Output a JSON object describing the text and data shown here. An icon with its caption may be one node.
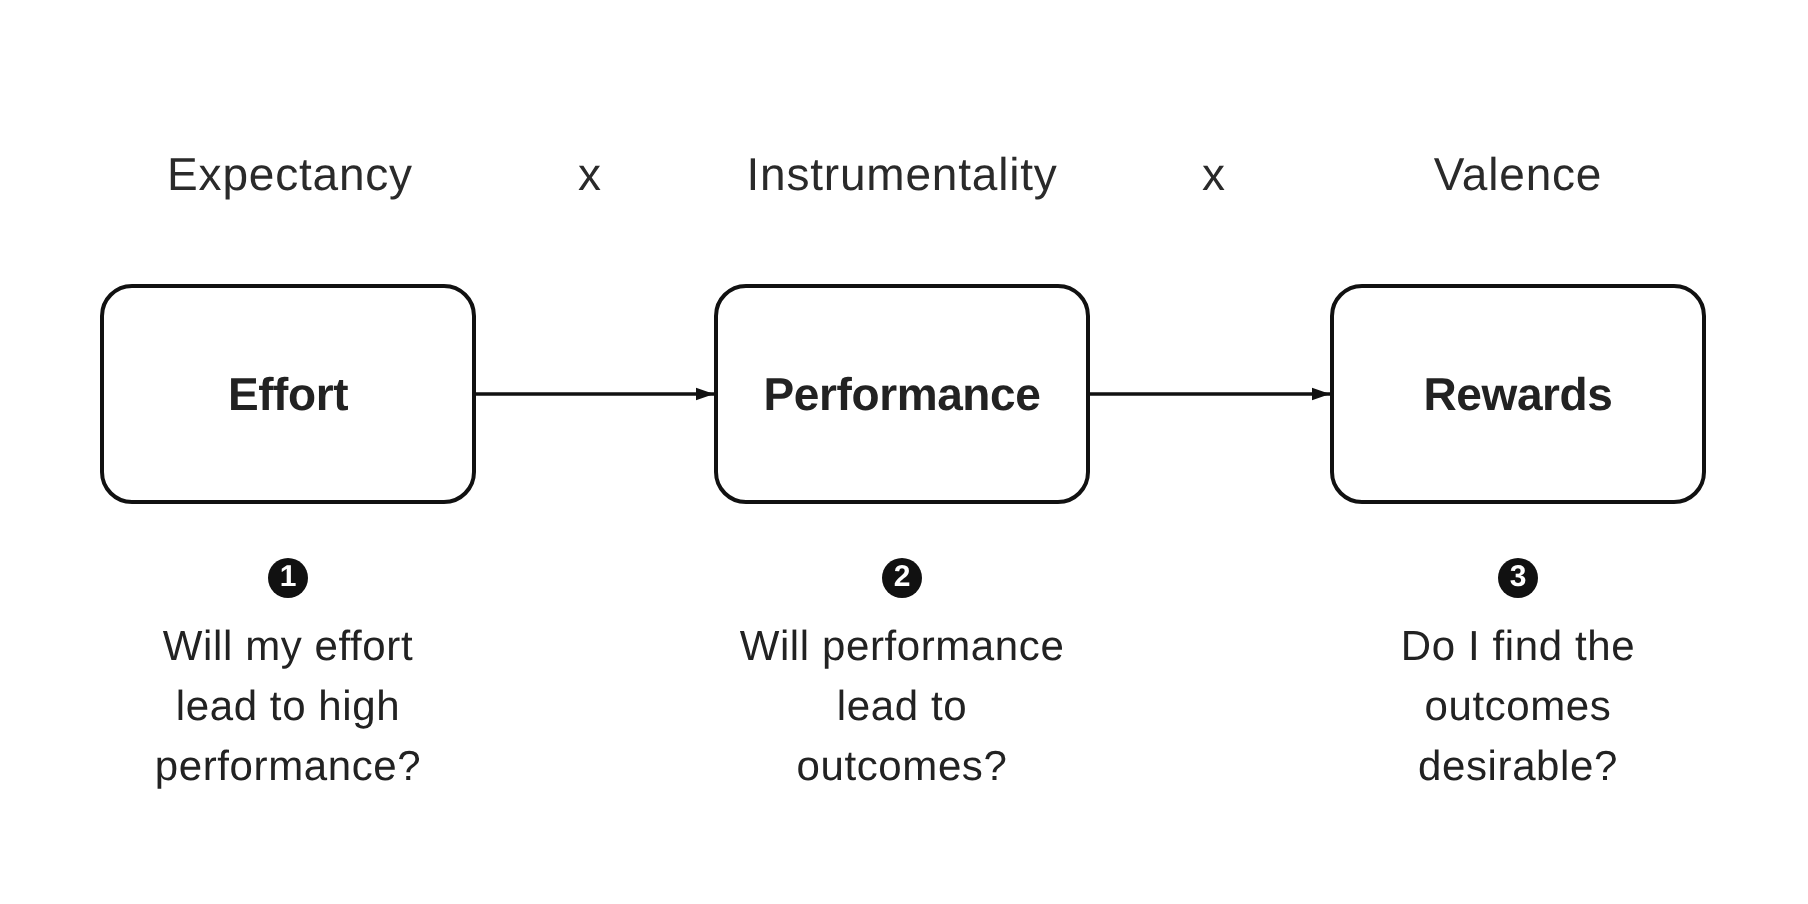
{
  "diagram": {
    "nodes": [
      {
        "text": [
          "Effort"
        ],
        "beside": [
          "1",
          "Will my effort lead to high performance?"
        ]
      },
      {
        "text": [
          "Performance"
        ],
        "beside": [
          "2",
          "Will performance lead to outcomes?"
        ]
      },
      {
        "text": [
          "Rewards"
        ],
        "beside": [
          "3",
          "Do I find the outcomes desirable?"
        ]
      }
    ],
    "edges": [
      {
        "from": 0,
        "to": 1,
        "arrow": "to"
      },
      {
        "from": 1,
        "to": 2,
        "arrow": "to"
      }
    ],
    "labels": [
      "Expectancy",
      "x",
      "Instrumentality",
      "x",
      "Valence"
    ]
  }
}
